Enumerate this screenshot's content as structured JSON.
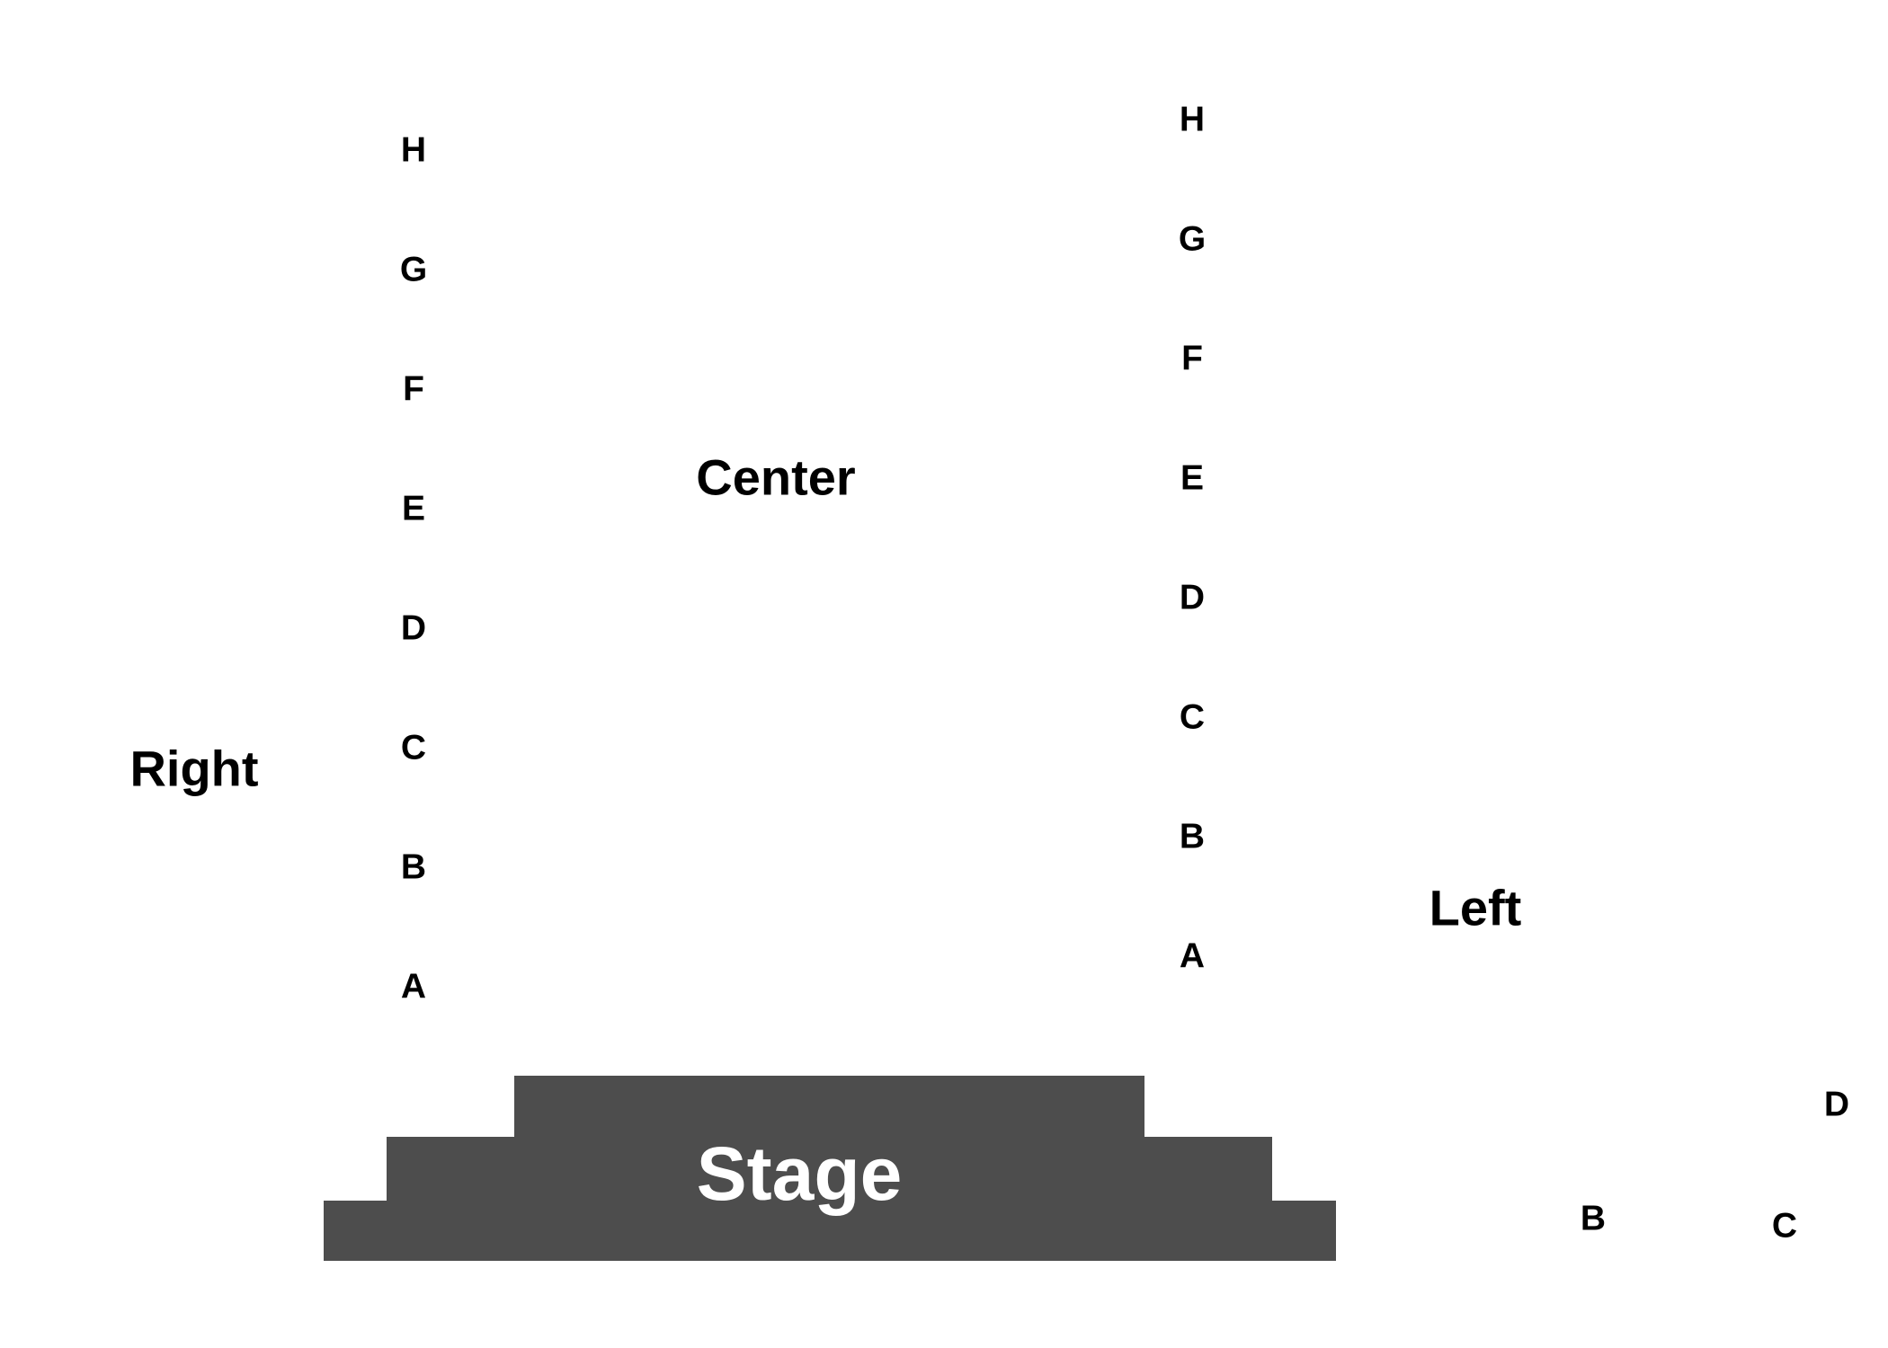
{
  "colors": {
    "background": "#ffffff",
    "text": "#000000",
    "stage_fill": "#4d4d4d",
    "stage_text": "#ffffff"
  },
  "stage": {
    "label": "Stage"
  },
  "sections": {
    "right": {
      "label": "Right",
      "rows": [
        "H",
        "G",
        "F",
        "E",
        "D",
        "C",
        "B",
        "A"
      ]
    },
    "center": {
      "label": "Center",
      "rows": [
        "H",
        "G",
        "F",
        "E",
        "D",
        "C",
        "B",
        "A"
      ]
    },
    "left": {
      "label": "Left",
      "rows": [
        "D",
        "B",
        "C"
      ]
    }
  }
}
